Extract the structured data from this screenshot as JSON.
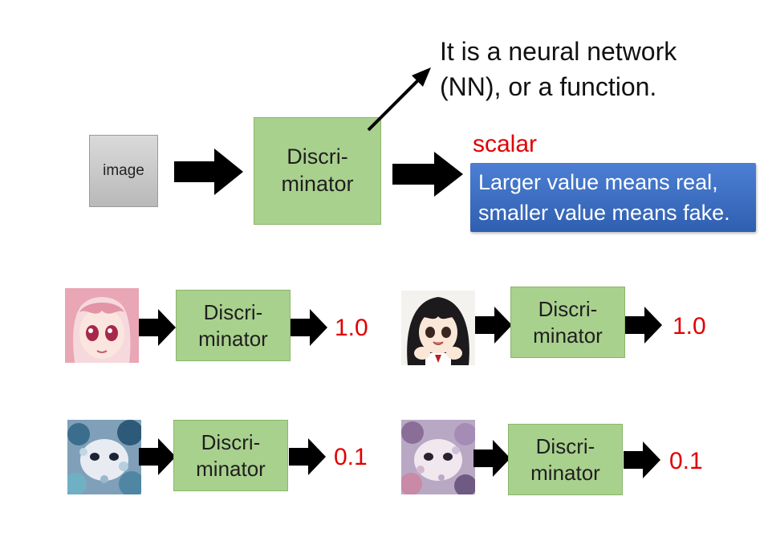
{
  "top": {
    "image_label": "image",
    "discriminator_label": "Discri-\nminator",
    "note_line1": "It is a neural network",
    "note_line2": "(NN), or a function.",
    "scalar_label": "scalar",
    "explain_line1": "Larger value means real,",
    "explain_line2": "smaller value means fake."
  },
  "examples": [
    {
      "discriminator_label": "Discri-\nminator",
      "value": "1.0",
      "image": "anime-girl-pink-hair"
    },
    {
      "discriminator_label": "Discri-\nminator",
      "value": "1.0",
      "image": "anime-girl-dark-hair"
    },
    {
      "discriminator_label": "Discri-\nminator",
      "value": "0.1",
      "image": "noisy-generated-face"
    },
    {
      "discriminator_label": "Discri-\nminator",
      "value": "0.1",
      "image": "noisy-generated-face"
    }
  ],
  "colors": {
    "discriminator_fill": "#a9d18e",
    "value_red": "#e00000",
    "explain_blue": "#3a6cc4"
  }
}
